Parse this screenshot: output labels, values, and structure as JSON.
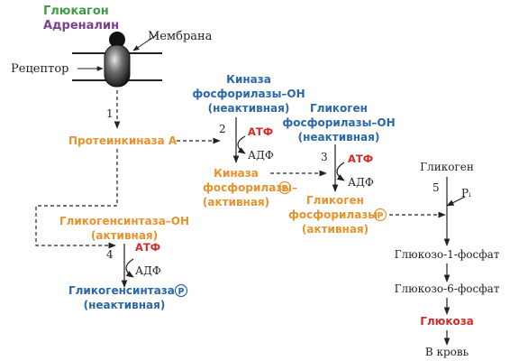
{
  "colors": {
    "green": "#3f9b48",
    "purple": "#7b3f8f",
    "orange": "#e8922e",
    "blue": "#2a67a8",
    "red": "#d42a2a",
    "black": "#222222"
  },
  "labels": {
    "glucagon": "Глюкагон",
    "adrenaline": "Адреналин",
    "membrane": "Мембрана",
    "receptor": "Рецептор",
    "step1": "1",
    "pka": "Протеинкиназа А",
    "pk_inactive_l1": "Киназа",
    "pk_inactive_l2": "фосфорилазы–OH",
    "pk_inactive_l3": "(неактивная)",
    "step2": "2",
    "atp_2": "АТФ",
    "adp_2": "АДФ",
    "pk_active_l1": "Киназа",
    "pk_active_l2": "фосфорилазы–",
    "pk_active_l3": "(активная)",
    "p_circle": "Р",
    "gp_inactive_l1": "Гликоген",
    "gp_inactive_l2": "фосфорилазы–OH",
    "gp_inactive_l3": "(неактивная)",
    "step3": "3",
    "atp_3": "АТФ",
    "adp_3": "АДФ",
    "gp_active_l1": "Гликоген",
    "gp_active_l2": "фосфорилазы–",
    "gp_active_l3": "(активная)",
    "gs_active_l1": "Гликогенсинтаза–OH",
    "gs_active_l2": "(активная)",
    "step4": "4",
    "atp_4": "АТФ",
    "adp_4": "АДФ",
    "gs_inactive_l1": "Гликогенсинтаза –",
    "gs_inactive_l2": "(неактивная)",
    "glycogen": "Гликоген",
    "step5": "5",
    "pi": "Pᵢ",
    "g1p": "Глюкозо-1-фосфат",
    "g6p": "Глюкозо-6-фосфат",
    "glucose": "Глюкоза",
    "to_blood": "В кровь"
  }
}
